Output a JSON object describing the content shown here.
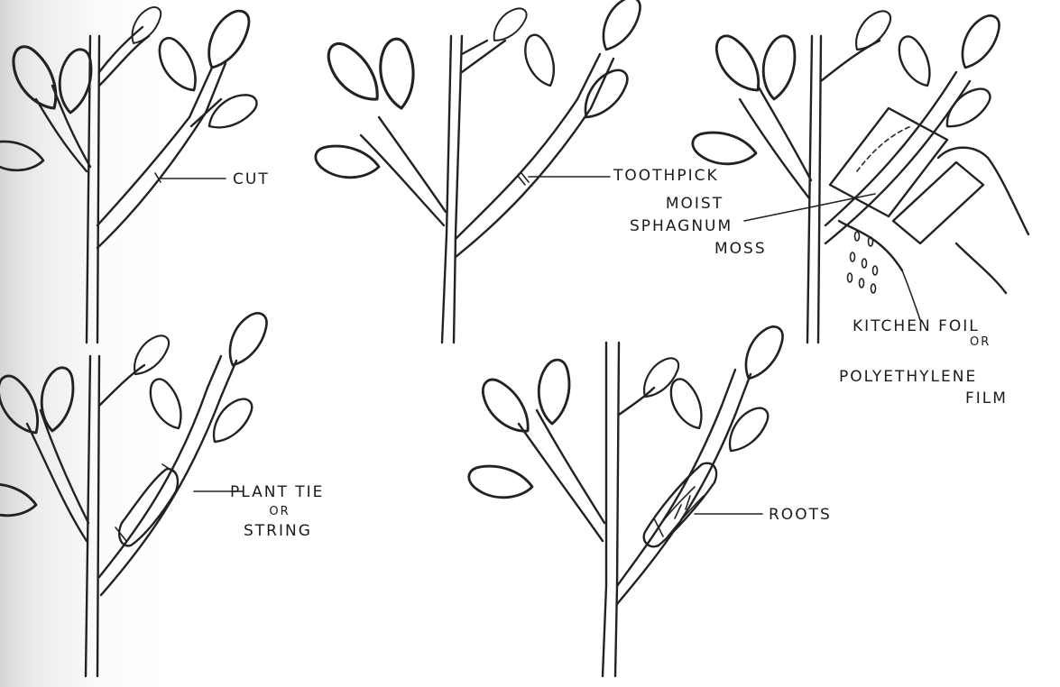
{
  "labels": {
    "cut": "CUT",
    "toothpick": "TOOTHPICK",
    "moist": "MOIST",
    "sphagnum": "SPHAGNUM",
    "moss": "MOSS",
    "kitchen_foil": "KITCHEN FOIL",
    "or_1": "OR",
    "polyethylene": "POLYETHYLENE",
    "film": "FILM",
    "plant_tie": "PLANT TIE",
    "or_2": "OR",
    "string": "STRING",
    "roots": "ROOTS"
  }
}
